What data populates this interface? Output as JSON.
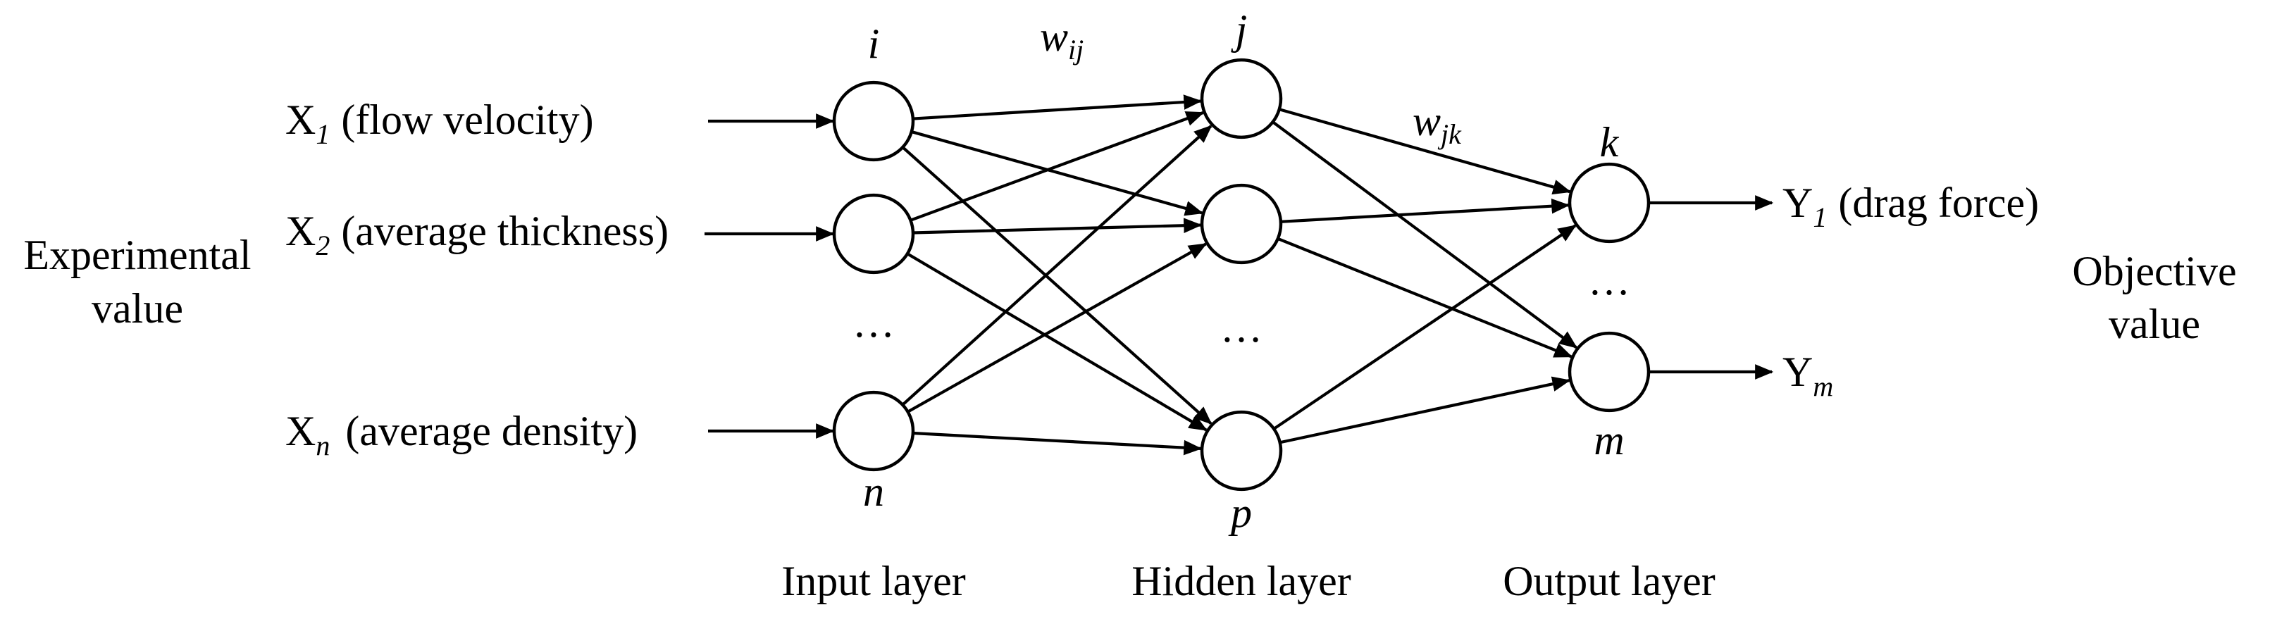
{
  "side_labels": {
    "left_line1": "Experimental",
    "left_line2": "value",
    "right_line1": "Objective",
    "right_line2": "value"
  },
  "inputs": [
    {
      "symbol": "X",
      "sub": "1",
      "desc": "(flow velocity)"
    },
    {
      "symbol": "X",
      "sub": "2",
      "desc": "(average thickness)"
    },
    {
      "symbol": "X",
      "sub": "n",
      "desc": "(average density)"
    }
  ],
  "outputs": [
    {
      "symbol": "Y",
      "sub": "1",
      "desc": "(drag force)"
    },
    {
      "symbol": "Y",
      "sub": "m",
      "desc": ""
    }
  ],
  "node_labels": {
    "input_top": "i",
    "input_bottom": "n",
    "hidden_top": "j",
    "hidden_bottom": "p",
    "output_top": "k",
    "output_bottom": "m"
  },
  "weights": {
    "ij": {
      "symbol": "w",
      "sub": "ij"
    },
    "jk": {
      "symbol": "w",
      "sub": "jk"
    }
  },
  "ellipsis": "…",
  "layers": {
    "input": "Input layer",
    "hidden": "Hidden layer",
    "output": "Output layer"
  }
}
